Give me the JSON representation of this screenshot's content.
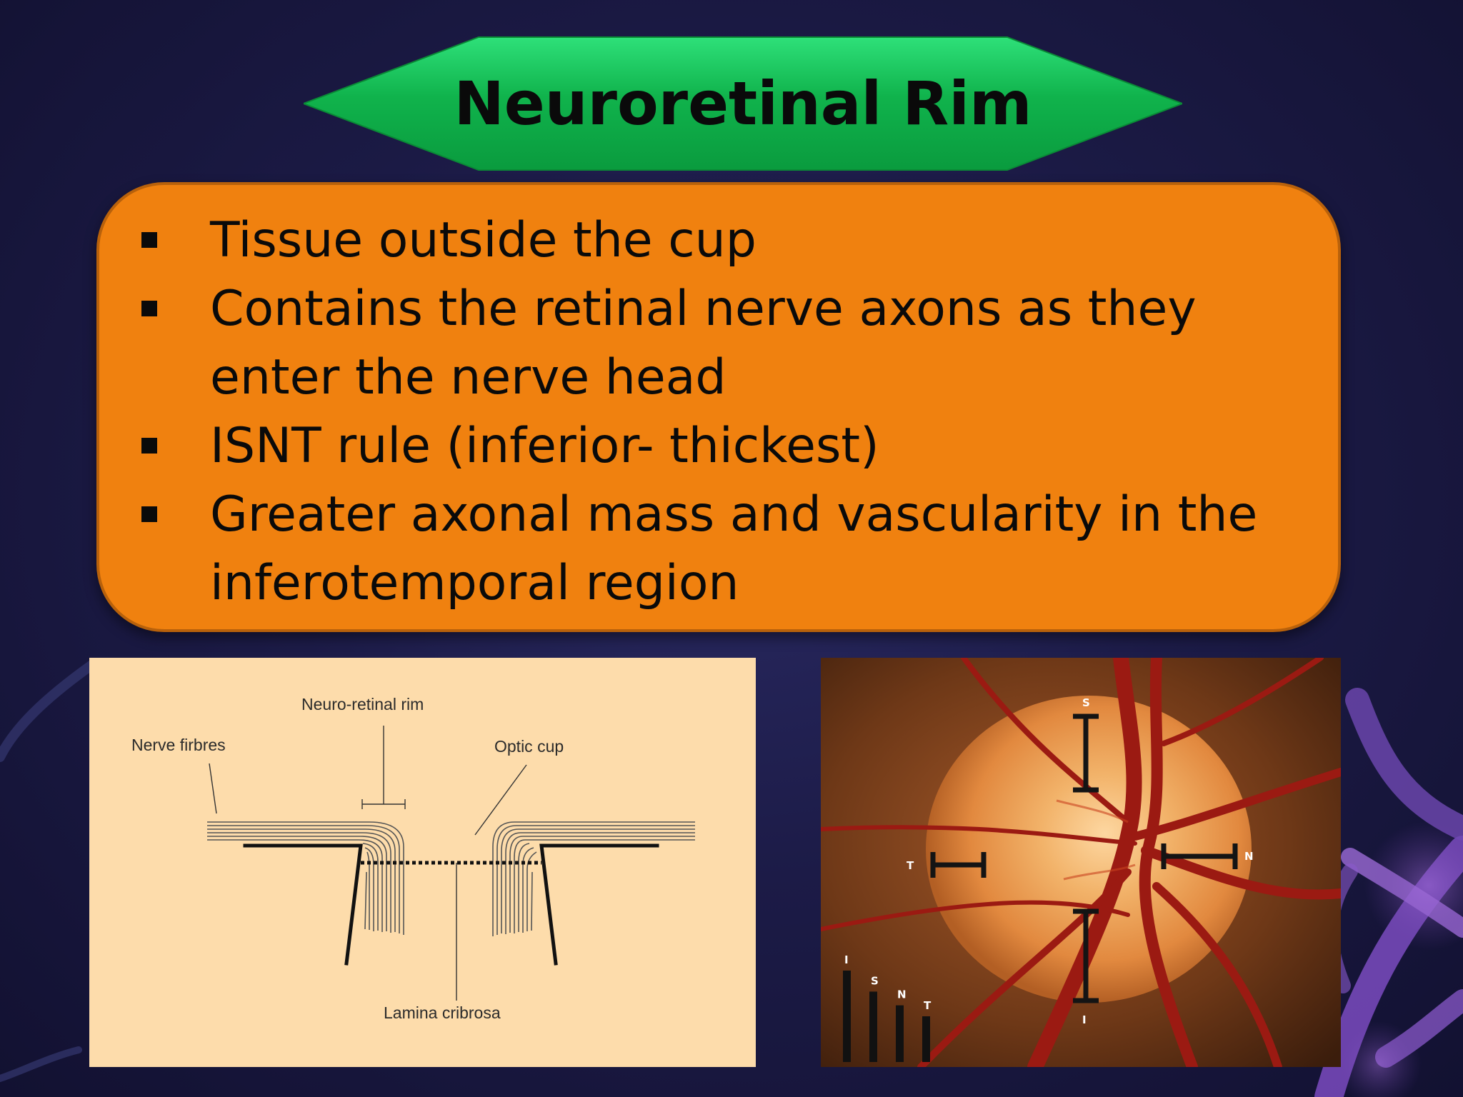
{
  "slide": {
    "title": "Neuroretinal Rim",
    "bullets": [
      "Tissue outside the cup",
      "Contains the retinal nerve axons as they enter the nerve head",
      "ISNT rule (inferior- thickest)",
      "Greater axonal mass and vascularity in the inferotemporal region"
    ]
  },
  "diagram": {
    "labels": {
      "neuro_retinal_rim": "Neuro-retinal rim",
      "nerve_fibres": "Nerve firbres",
      "optic_cup": "Optic cup",
      "lamina_cribrosa": "Lamina cribrosa"
    }
  },
  "fundus_photo": {
    "markers": {
      "superior": "S",
      "temporal": "T",
      "nasal": "N",
      "inferior": "I"
    },
    "isnt_bars": {
      "labels": [
        "I",
        "S",
        "N",
        "T"
      ],
      "relative_heights": [
        1.0,
        0.77,
        0.62,
        0.5
      ]
    }
  },
  "colors": {
    "title_banner": "#0fb04a",
    "bullet_box": "#f0810f",
    "diagram_background": "#fddcab",
    "background": "#1c1b47"
  }
}
